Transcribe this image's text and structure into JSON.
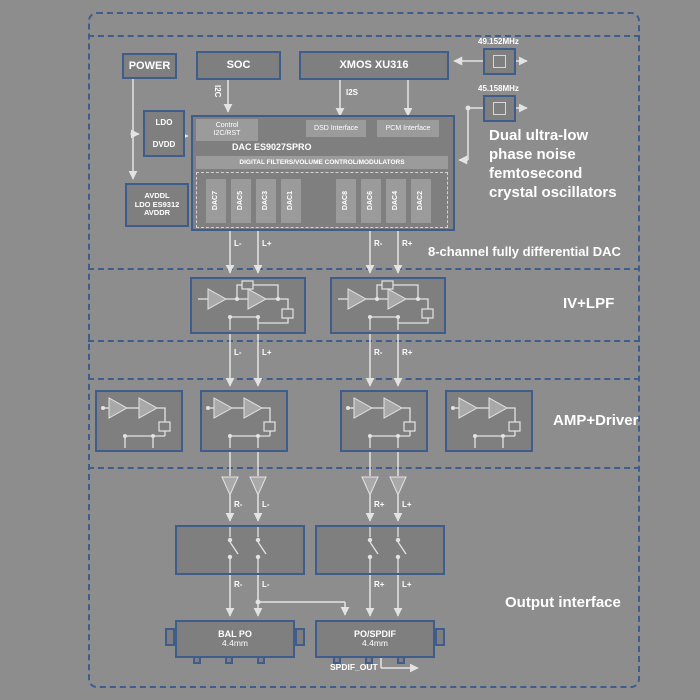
{
  "colors": {
    "background": "#8d8d8d",
    "panel_border": "#3e5c8c",
    "block_fill": "#7f7f7f",
    "inner_fill": "#9b9b9b",
    "wire": "#e3e3e3",
    "text": "#ffffff"
  },
  "top": {
    "power": "POWER",
    "soc": "SOC",
    "xmos": "XMOS XU316",
    "i2c": "I2C",
    "i2s": "I2S",
    "ldo1_line1": "LDO",
    "ldo1_line2": "DVDD",
    "ldo2_line1": "AVDDL",
    "ldo2_line2": "LDO ES9312",
    "ldo2_line3": "AVDDR",
    "dac_control_line1": "Control",
    "dac_control_line2": "I2C/RST",
    "dac_dsd": "DSD Interface",
    "dac_pcm": "PCM Interface",
    "dac_title": "DAC ES9027SPRO",
    "dac_filters": "DIGITAL FILTERS/VOLUME CONTROL/MODULATORS",
    "dac_channels": [
      "DAC7",
      "DAC5",
      "DAC3",
      "DAC1",
      "DAC8",
      "DAC6",
      "DAC4",
      "DAC2"
    ],
    "osc1": "49.152MHz",
    "osc2": "45.158MHz",
    "osc_caption": [
      "Dual ultra-low",
      "phase noise",
      "femtosecond",
      "crystal oscillators"
    ],
    "dac_caption": "8-channel fully differential DAC",
    "dac_out": [
      "L-",
      "L+",
      "R-",
      "R+"
    ]
  },
  "iv": {
    "caption": "IV+LPF",
    "out": [
      "L-",
      "L+",
      "R-",
      "R+"
    ]
  },
  "amp": {
    "caption": "AMP+Driver"
  },
  "out": {
    "caption": "Output interface",
    "buf_labels": [
      "R-",
      "L-",
      "R+",
      "L+"
    ],
    "jack_labels": [
      "R-",
      "L-",
      "R+",
      "L+"
    ],
    "bal_line1": "BAL PO",
    "bal_line2": "4.4mm",
    "po_line1": "PO/SPDIF",
    "po_line2": "4.4mm",
    "spdif": "SPDIF_OUT"
  }
}
